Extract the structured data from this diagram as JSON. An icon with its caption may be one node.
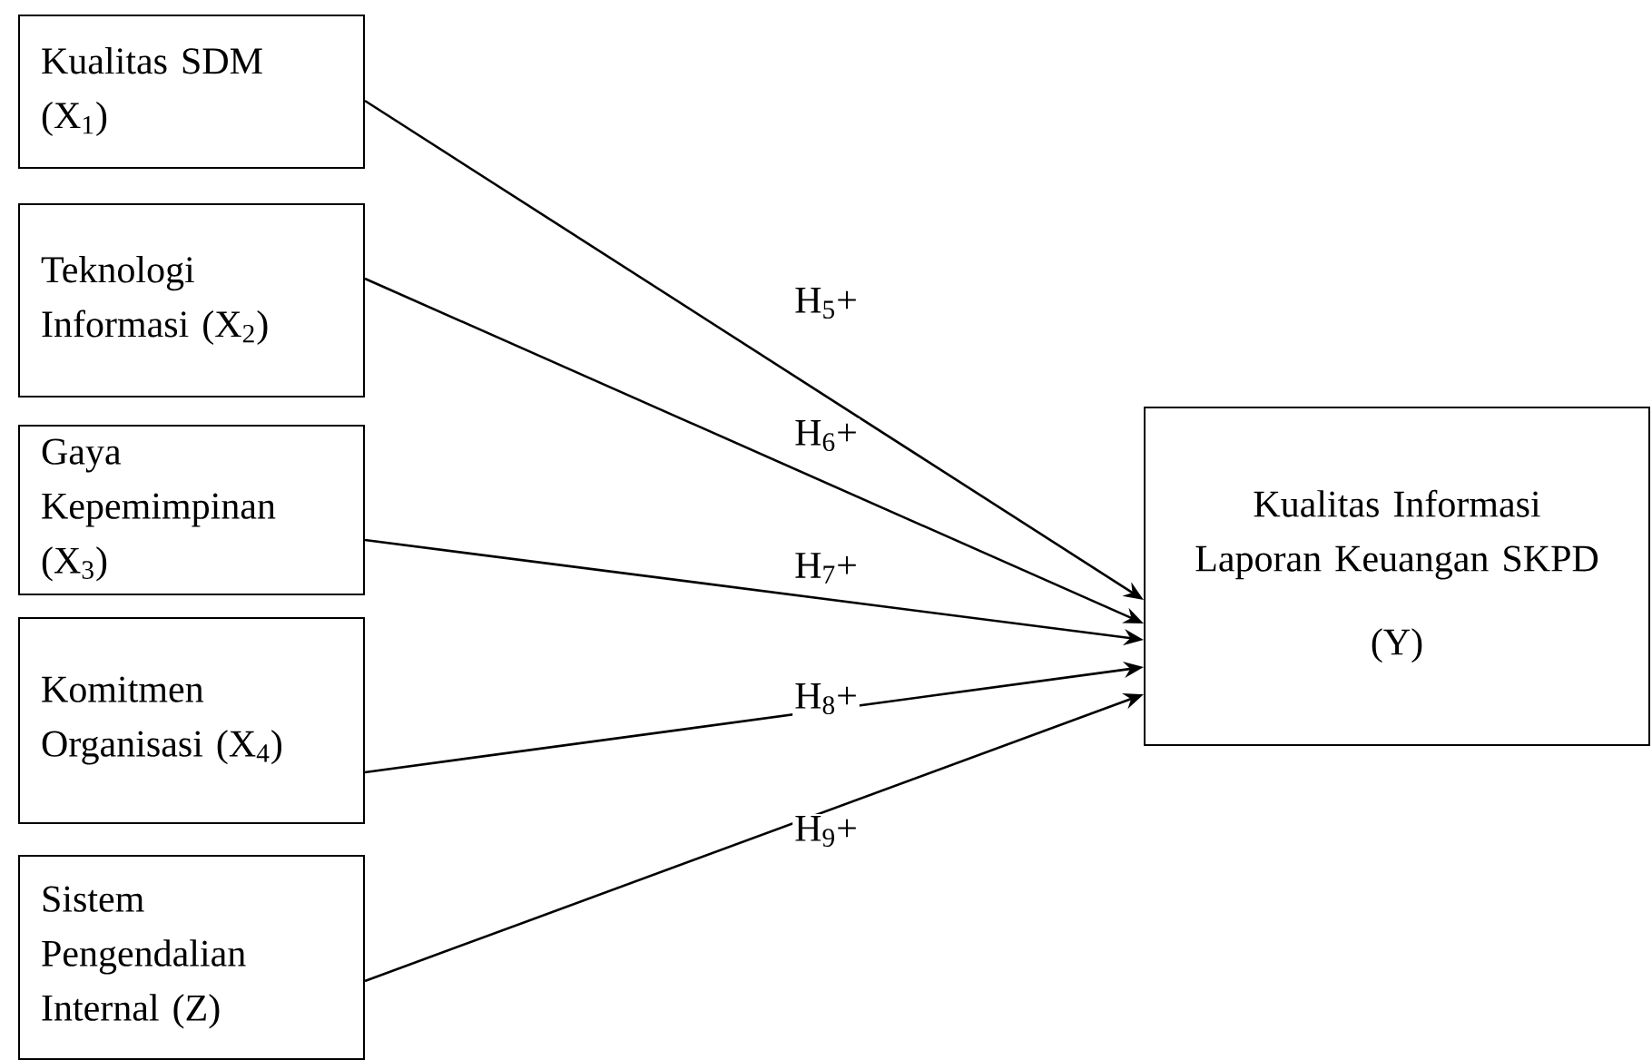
{
  "diagram": {
    "nodes": [
      {
        "text": [
          "Kualitas SDM (X$_{1}$)"
        ]
      },
      {
        "text": [
          "Teknologi Informasi (X$_{2}$)"
        ]
      },
      {
        "text": [
          "Gaya Kepemimpinan (X$_{3}$)"
        ]
      },
      {
        "text": [
          "Komitmen Organisasi (X$_{4}$)"
        ]
      },
      {
        "text": [
          "Sistem Pengendalian Internal (Z)"
        ]
      },
      {
        "text": [
          "Kualitas Informasi Laporan Keuangan SKPD",
          "(Y)"
        ]
      }
    ],
    "edges": [
      {
        "from": 0,
        "to": 5,
        "arrow": "to",
        "label": "H$_{5}$+"
      },
      {
        "from": 1,
        "to": 5,
        "arrow": "to",
        "label": "H$_{6}$+"
      },
      {
        "from": 2,
        "to": 5,
        "arrow": "to",
        "label": "H$_{7}$+"
      },
      {
        "from": 3,
        "to": 5,
        "arrow": "to",
        "label": "H$_{8}$+"
      },
      {
        "from": 4,
        "to": 5,
        "arrow": "to",
        "label": "H$_{9}$+"
      }
    ]
  }
}
